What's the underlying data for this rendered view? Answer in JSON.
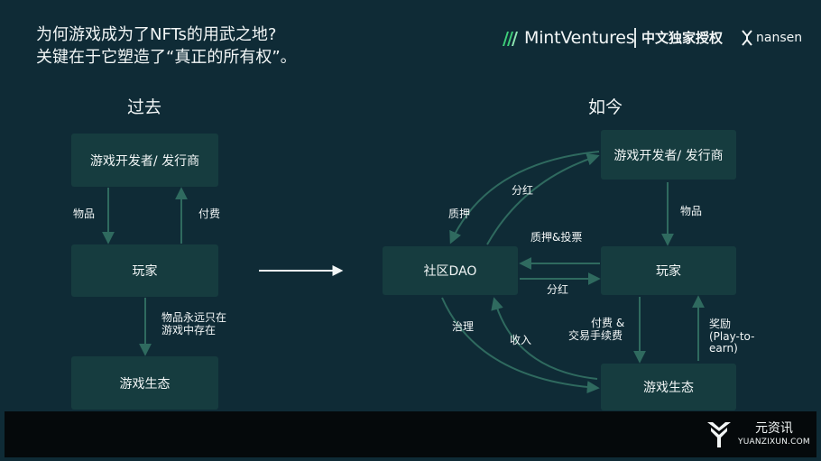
{
  "title": {
    "line1": "为何游戏成为了NFTs的用武之地?",
    "line2": "关键在于它塑造了“真正的所有权”。"
  },
  "branding": {
    "mint_name": "MintVentures",
    "license": "中文独家授权",
    "nansen_name": "nansen",
    "watermark_cn": "元资讯",
    "watermark_en": "YUANZIXUN.COM"
  },
  "past": {
    "heading": "过去",
    "nodes": {
      "developer": "游戏开发者/ 发行商",
      "player": "玩家",
      "ecosystem": "游戏生态"
    },
    "edges": {
      "items": "物品",
      "payment": "付费",
      "items_only_line1": "物品永远只在",
      "items_only_line2": "游戏中存在"
    }
  },
  "present": {
    "heading": "如今",
    "nodes": {
      "developer": "游戏开发者/ 发行商",
      "dao": "社区DAO",
      "player": "玩家",
      "ecosystem": "游戏生态"
    },
    "edges": {
      "dividend_top": "分红",
      "staking": "质押",
      "staking_voting": "质押&投票",
      "dividend_mid": "分红",
      "items": "物品",
      "governance": "治理",
      "income": "收入",
      "fee_line1": "付费 &",
      "fee_line2": "交易手续费",
      "reward_line1": "奖励",
      "reward_line2": "(Play-to-",
      "reward_line3": "earn)"
    }
  },
  "colors": {
    "background": "#0f2b36",
    "node": "#163c3f",
    "arrow": "#2f6a5f",
    "accent_green": "#3ecf7a",
    "footer": "#05090b"
  },
  "icons": [
    "mint-logo-icon",
    "nansen-logo-icon",
    "yuanzixun-logo-icon"
  ]
}
